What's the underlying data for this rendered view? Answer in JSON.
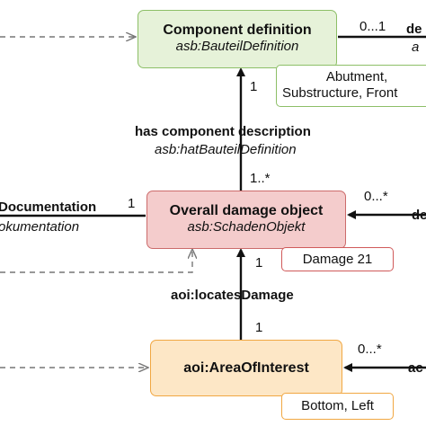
{
  "nodes": {
    "component_definition": {
      "title": "Component definition",
      "subtitle": "asb:BauteilDefinition"
    },
    "overall_damage_object": {
      "title": "Overall damage object",
      "subtitle": "asb:SchadenObjekt"
    },
    "area_of_interest": {
      "title": "aoi:AreaOfInterest"
    }
  },
  "notes": {
    "component_types": [
      "Abutment,",
      "Substructure, Front"
    ],
    "damage_instance": "Damage 21",
    "area_position": "Bottom, Left"
  },
  "edges": {
    "has_component_description": {
      "label": "has component description",
      "property": "asb:hatBauteilDefinition",
      "source_multiplicity": "1..*",
      "target_multiplicity": "1"
    },
    "locates_damage": {
      "label": "aoi:locatesDamage",
      "source_multiplicity": "1",
      "target_multiplicity": "1"
    },
    "documentation": {
      "label": "Documentation",
      "property": "okumentation",
      "multiplicity": "1"
    },
    "right_top": {
      "label": "de",
      "property": "a",
      "multiplicity": "0...1"
    },
    "right_middle": {
      "label": "de",
      "multiplicity": "0...*"
    },
    "right_bottom": {
      "label": "ac",
      "multiplicity": "0...*"
    }
  }
}
